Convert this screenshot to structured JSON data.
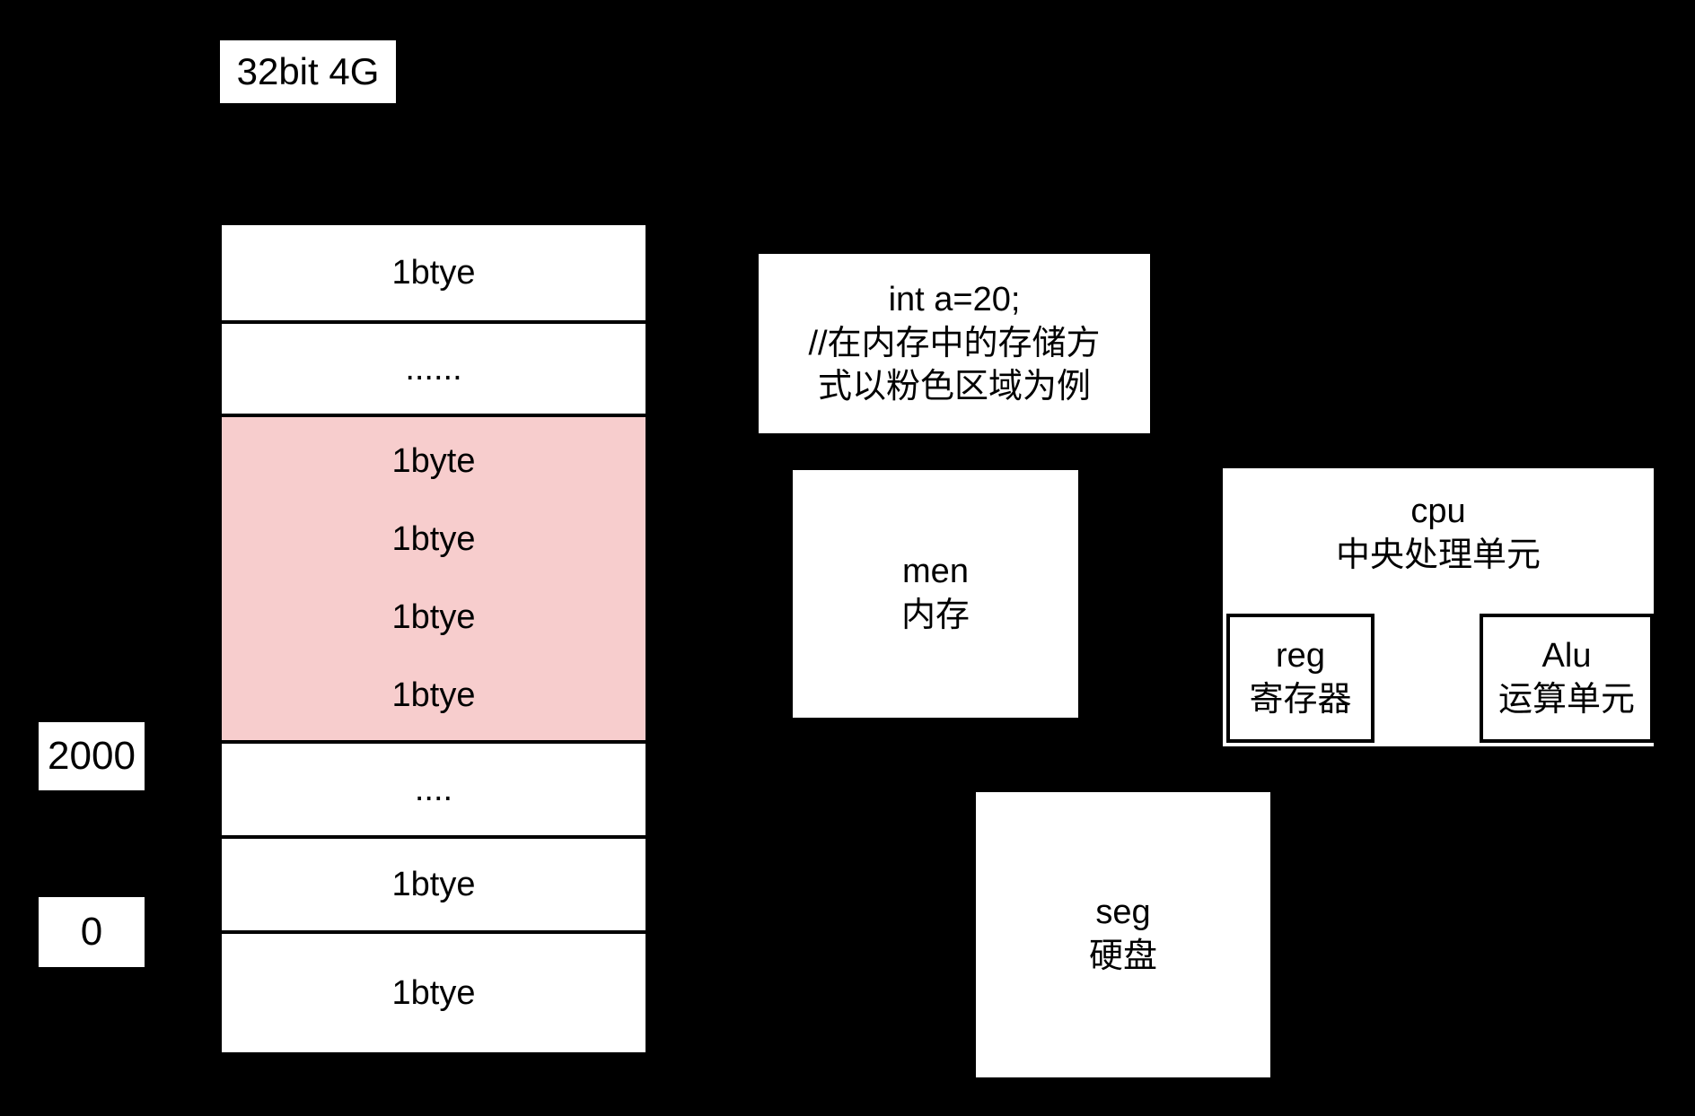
{
  "labels": {
    "top_left": "32bit 4G",
    "addr_high": "2000",
    "addr_low": "0"
  },
  "memory": {
    "cells": [
      {
        "text": "1btye",
        "pink": false
      },
      {
        "text": "......",
        "pink": false
      },
      {
        "text": "....",
        "pink": false
      },
      {
        "text": "1btye",
        "pink": false
      },
      {
        "text": "1btye",
        "pink": false
      }
    ],
    "pink_block": [
      "1byte",
      "1btye",
      "1btye",
      "1btye"
    ]
  },
  "note": {
    "line1": "int a=20;",
    "line2": "//在内存中的存储方",
    "line3": "式以粉色区域为例"
  },
  "units": {
    "mem": {
      "line1": "men",
      "line2": "内存"
    },
    "disk": {
      "line1": "seg",
      "line2": "硬盘"
    }
  },
  "cpu": {
    "title_en": "cpu",
    "title_cn": "中央处理单元",
    "reg": {
      "line1": "reg",
      "line2": "寄存器"
    },
    "alu": {
      "line1": "Alu",
      "line2": "运算单元"
    }
  },
  "colors": {
    "background": "#000000",
    "box_fill": "#ffffff",
    "highlight_pink": "#f7cdcd",
    "stroke": "#000000"
  }
}
